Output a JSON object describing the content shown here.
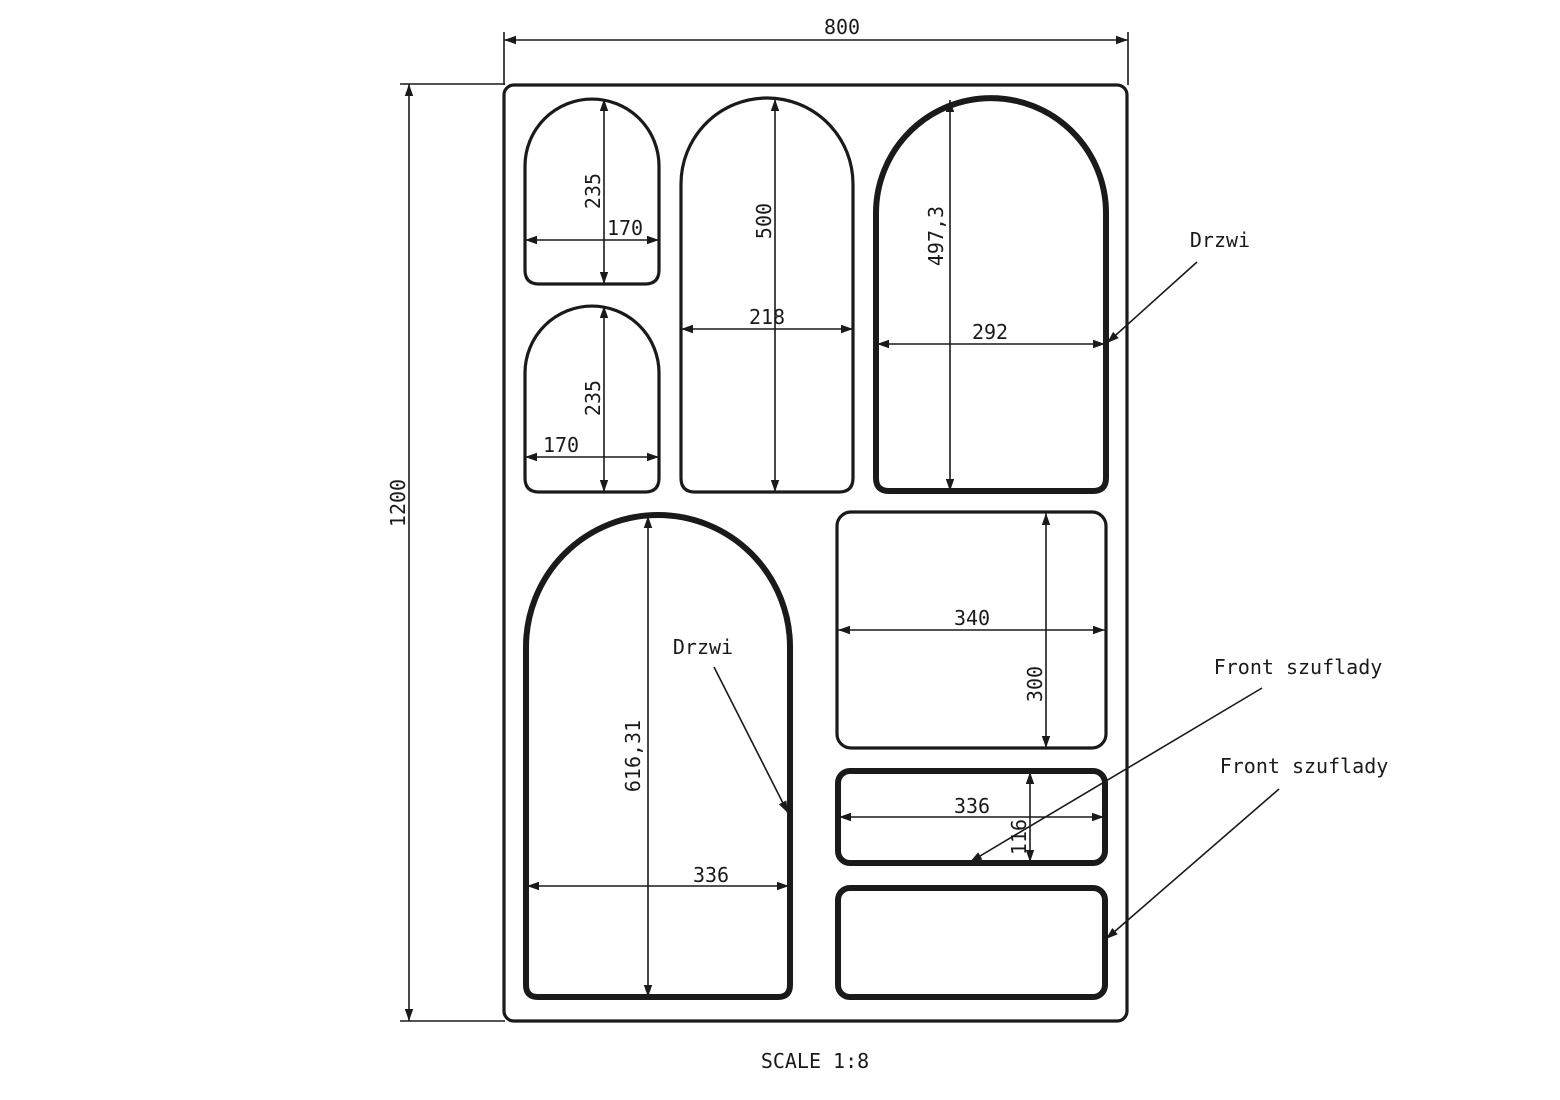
{
  "overall": {
    "width_label": "800",
    "height_label": "1200"
  },
  "panels": {
    "small_top": {
      "height_label": "235",
      "width_label": "170"
    },
    "small_bottom": {
      "height_label": "235",
      "width_label": "170"
    },
    "middle_arch": {
      "height_label": "500",
      "width_label": "218"
    },
    "right_door": {
      "height_label": "497,3",
      "width_label": "292",
      "callout": "Drzwi"
    },
    "big_door": {
      "height_label": "616,31",
      "width_label": "336",
      "callout": "Drzwi"
    },
    "right_box": {
      "width_label": "340",
      "height_label": "300"
    },
    "drawer_top": {
      "width_label": "336",
      "height_label": "116",
      "callout": "Front szuflady"
    },
    "drawer_bottom": {
      "callout": "Front szuflady"
    }
  },
  "scale_label": "SCALE 1:8"
}
